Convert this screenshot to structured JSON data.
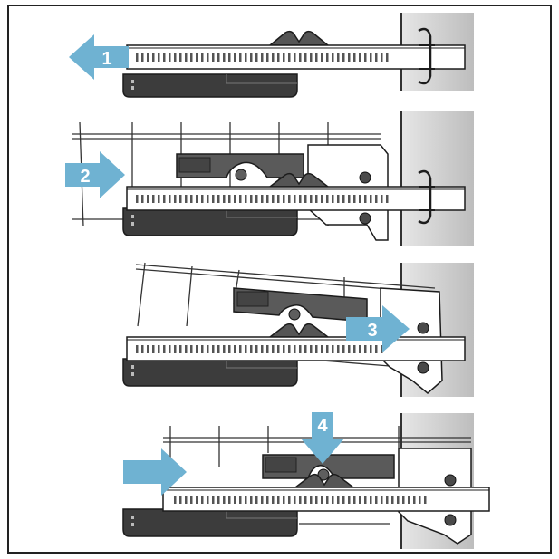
{
  "steps": [
    {
      "number": "1",
      "direction": "left"
    },
    {
      "number": "2",
      "direction": "right"
    },
    {
      "number": "3",
      "direction": "right"
    },
    {
      "number": "4",
      "direction": "down"
    }
  ],
  "colors": {
    "arrow": "#6fb2d2",
    "rail": "#3c3c3c",
    "wall": "#c7c7c7",
    "line": "#1c1c1c",
    "frame": "#222222"
  }
}
